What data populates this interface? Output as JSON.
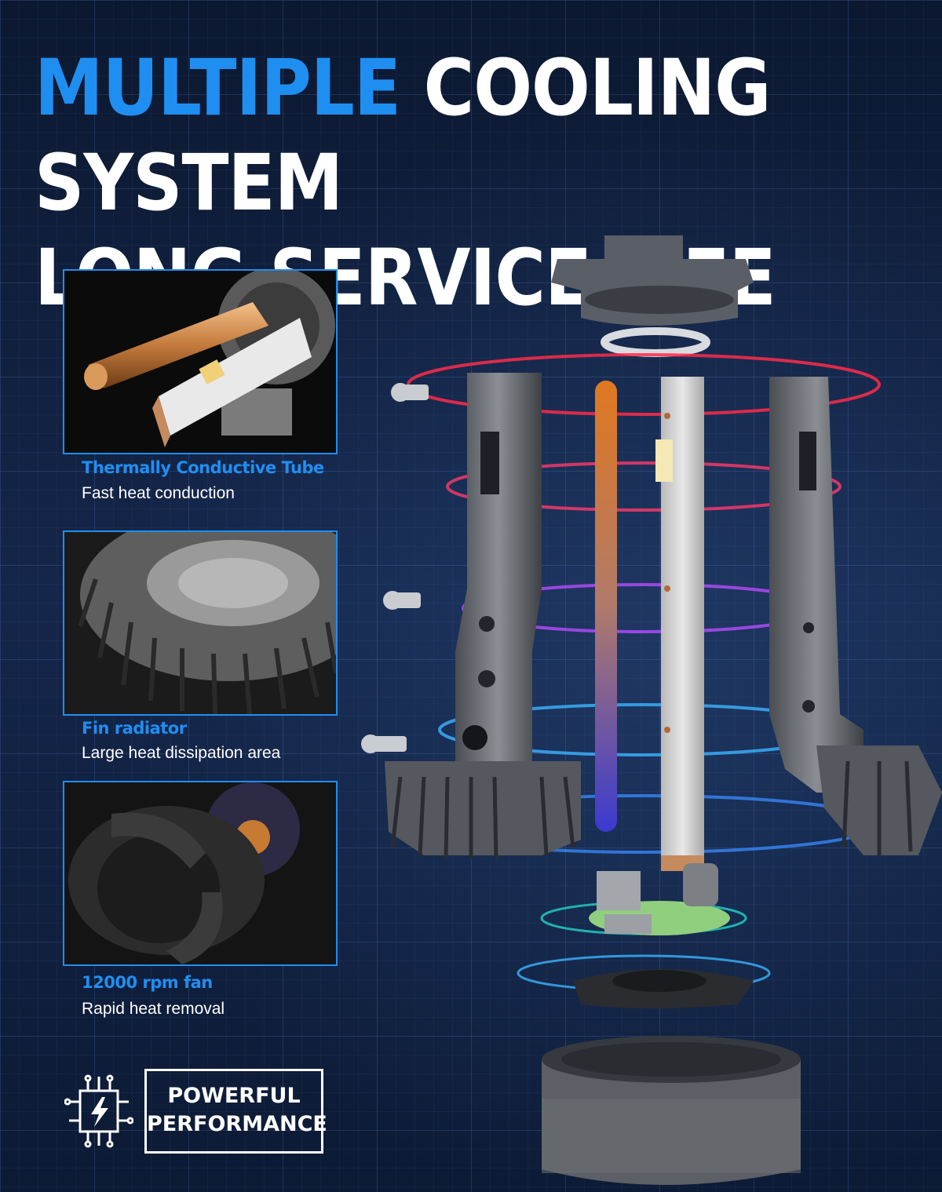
{
  "headline": {
    "line1_accent": "MULTIPLE",
    "line1_rest": "COOLING SYSTEM",
    "line2": "LONG SERVICE LIFE"
  },
  "features": [
    {
      "title": "Thermally Conductive Tube",
      "subtitle": "Fast heat conduction",
      "icon": "heat-pipe"
    },
    {
      "title": "Fin radiator",
      "subtitle": "Large heat dissipation area",
      "icon": "fin-radiator"
    },
    {
      "title": "12000 rpm fan",
      "subtitle": "Rapid heat removal",
      "icon": "cooling-fan"
    }
  ],
  "badge": {
    "line1": "POWERFUL",
    "line2": "PERFORMANCE",
    "icon": "chip-lightning-icon"
  },
  "colors": {
    "accent": "#1f8ef1",
    "background": "#0d1b33",
    "text": "#ffffff"
  }
}
